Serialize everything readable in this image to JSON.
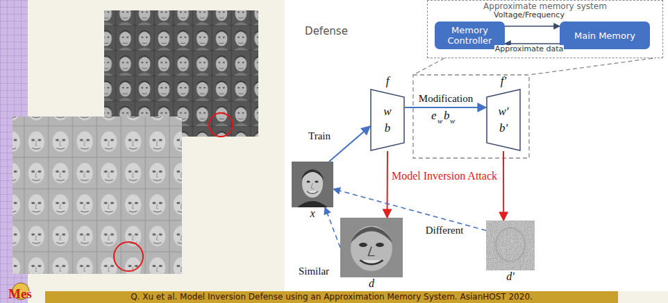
{
  "diagram": {
    "caption": "Q. Xu et al. Model Inversion Defense using an Approximation Memory System. AsianHOST 2020.",
    "nodes": [
      {
        "text": [
          "Approximate memory system"
        ]
      },
      {
        "text": [
          "Memory Controller"
        ],
        "in": 0
      },
      {
        "text": [
          "Main Memory"
        ],
        "in": 0
      },
      {
        "text": [
          "f",
          "w",
          "b"
        ]
      },
      {
        "text": [
          "f'",
          "w'",
          "b'"
        ]
      },
      {
        "text": [
          "x"
        ]
      },
      {
        "text": [
          "d"
        ]
      },
      {
        "text": [
          "d'"
        ]
      }
    ],
    "edges": [
      {
        "from": 1,
        "to": 2,
        "arrow": "to",
        "label": "Voltage/Frequency"
      },
      {
        "from": 2,
        "to": 1,
        "arrow": "to",
        "label": "Approximate data"
      },
      {
        "from": 3,
        "to": 4,
        "arrow": "to",
        "label": "Modification"
      },
      {
        "from": 5,
        "to": 3,
        "arrow": "to",
        "label": "Train"
      },
      {
        "from": 3,
        "to": 6,
        "arrow": "to"
      },
      {
        "from": 4,
        "to": 7,
        "arrow": "to"
      },
      {
        "from": 6,
        "to": 5,
        "arrow": "to",
        "label": "Similar"
      },
      {
        "from": 7,
        "to": 5,
        "arrow": "to",
        "label": "Different"
      }
    ],
    "labels": [
      "Defense",
      "e",
      "w",
      "b",
      "w",
      "Model Inversion Attack",
      "Mes"
    ]
  }
}
